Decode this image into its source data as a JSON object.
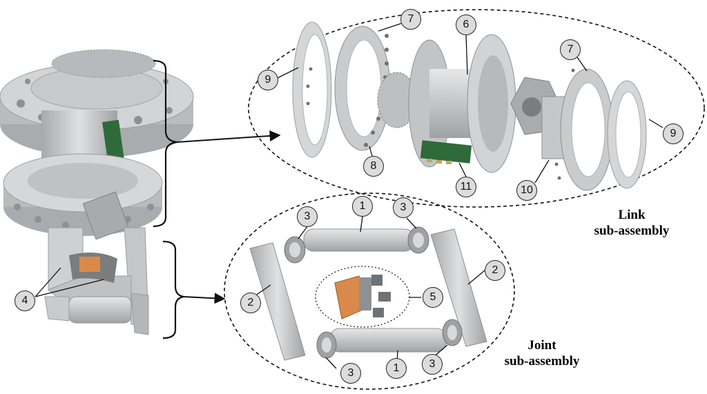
{
  "labels": {
    "link": {
      "line1": "Link",
      "line2": "sub-assembly"
    },
    "joint": {
      "line1": "Joint",
      "line2": "sub-assembly"
    }
  },
  "callouts": {
    "c1a": "1",
    "c1b": "1",
    "c2a": "2",
    "c2b": "2",
    "c3a": "3",
    "c3b": "3",
    "c3c": "3",
    "c3d": "3",
    "c4": "4",
    "c5": "5",
    "c6": "6",
    "c7a": "7",
    "c7b": "7",
    "c8": "8",
    "c9a": "9",
    "c9b": "9",
    "c10": "10",
    "c11": "11"
  },
  "colors": {
    "part_grey": "#c9cbcd",
    "part_grey_dark": "#9ea1a4",
    "part_grey_light": "#e4e5e6",
    "pcb_green": "#2f6b3a",
    "flex_orange": "#d98a4a",
    "callout_fill": "#dcdcdc",
    "line": "#111111"
  }
}
